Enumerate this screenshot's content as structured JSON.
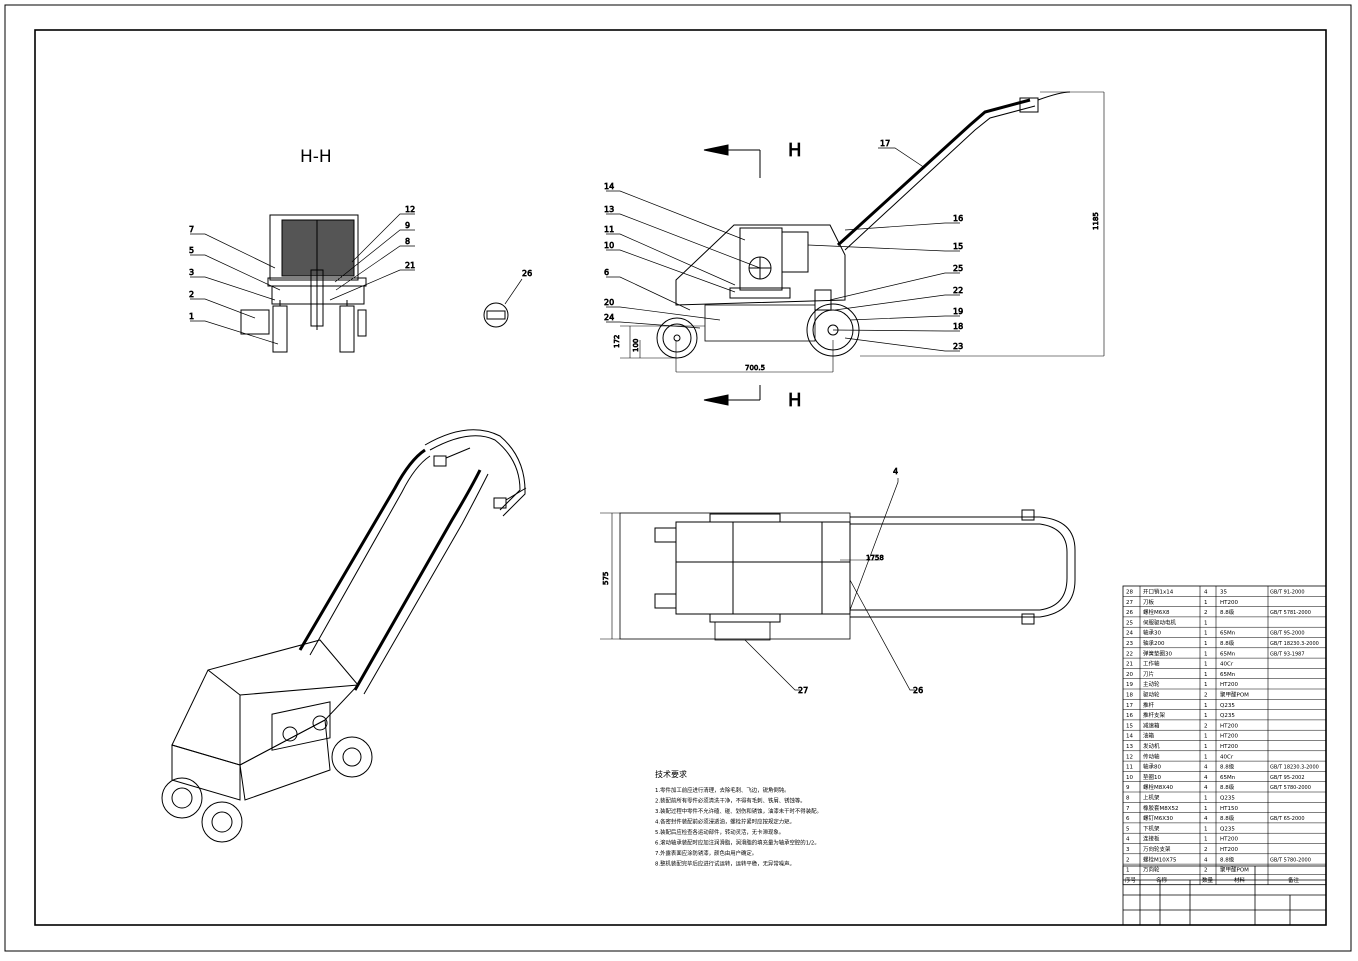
{
  "section_label": "H-H",
  "view_arrow_label": "H",
  "balloons": {
    "hh": [
      "7",
      "5",
      "3",
      "2",
      "1",
      "12",
      "9",
      "8",
      "21"
    ],
    "detail": "26",
    "side": [
      "14",
      "13",
      "11",
      "10",
      "6",
      "20",
      "24",
      "17",
      "16",
      "15",
      "25",
      "22",
      "19",
      "18",
      "23"
    ],
    "plan": [
      "4",
      "27",
      "26"
    ]
  },
  "dimensions": {
    "height": "1185",
    "wheelbase": "700.5",
    "rear_drop": "172",
    "wheel_d": "100",
    "width": "575",
    "plan_len": "1758"
  },
  "tech_req": {
    "title": "技术要求",
    "lines": [
      "1.零件加工前应进行清理，去除毛刺、飞边，锐角倒钝。",
      "2.装配前所有零件必须清洗干净，不得有毛刺、铁屑、锈蚀等。",
      "3.装配过程中零件不允许磕、碰、划伤和锈蚀，油漆未干时不得装配。",
      "4.各密封件装配前必须浸透油，螺栓拧紧时应按规定力矩。",
      "5.装配后应检查各运动部件，转动灵活，无卡滞现象。",
      "6.滚动轴承装配时应加注润滑脂，润滑脂的填充量为轴承空腔的1/2。",
      "7.外露表面应涂防锈漆，颜色由用户确定。",
      "8.整机装配完毕后应进行试运转，运转平稳，无异常噪声。"
    ]
  },
  "bom": {
    "rows": [
      {
        "no": "28",
        "name": "开口销1x14",
        "qty": "4",
        "mat": "35",
        "std": "GB/T 91-2000"
      },
      {
        "no": "27",
        "name": "刀板",
        "qty": "1",
        "mat": "HT200",
        "std": ""
      },
      {
        "no": "26",
        "name": "螺栓M6X8",
        "qty": "2",
        "mat": "8.8级",
        "std": "GB/T 5781-2000"
      },
      {
        "no": "25",
        "name": "伺服驱动电机",
        "qty": "1",
        "mat": "",
        "std": ""
      },
      {
        "no": "24",
        "name": "轴承30",
        "qty": "1",
        "mat": "65Mn",
        "std": "GB/T 95-2000"
      },
      {
        "no": "23",
        "name": "轴承200",
        "qty": "1",
        "mat": "8.8级",
        "std": "GB/T 18230.3-2000"
      },
      {
        "no": "22",
        "name": "弹簧垫圈30",
        "qty": "1",
        "mat": "65Mn",
        "std": "GB/T 93-1987"
      },
      {
        "no": "21",
        "name": "工作轴",
        "qty": "1",
        "mat": "40Cr",
        "std": ""
      },
      {
        "no": "20",
        "name": "刀片",
        "qty": "1",
        "mat": "65Mn",
        "std": ""
      },
      {
        "no": "19",
        "name": "主动轮",
        "qty": "1",
        "mat": "HT200",
        "std": ""
      },
      {
        "no": "18",
        "name": "驱动轮",
        "qty": "2",
        "mat": "聚甲醛POM",
        "std": ""
      },
      {
        "no": "17",
        "name": "推杆",
        "qty": "1",
        "mat": "Q235",
        "std": ""
      },
      {
        "no": "16",
        "name": "推杆支架",
        "qty": "1",
        "mat": "Q235",
        "std": ""
      },
      {
        "no": "15",
        "name": "减速箱",
        "qty": "2",
        "mat": "HT200",
        "std": ""
      },
      {
        "no": "14",
        "name": "油箱",
        "qty": "1",
        "mat": "HT200",
        "std": ""
      },
      {
        "no": "13",
        "name": "发动机",
        "qty": "1",
        "mat": "HT200",
        "std": ""
      },
      {
        "no": "12",
        "name": "传动轴",
        "qty": "1",
        "mat": "40Cr",
        "std": ""
      },
      {
        "no": "11",
        "name": "轴承80",
        "qty": "4",
        "mat": "8.8级",
        "std": "GB/T 18230.3-2000"
      },
      {
        "no": "10",
        "name": "垫圈10",
        "qty": "4",
        "mat": "65Mn",
        "std": "GB/T 95-2002"
      },
      {
        "no": "9",
        "name": "螺栓M8X40",
        "qty": "4",
        "mat": "8.8级",
        "std": "GB/T 5780-2000"
      },
      {
        "no": "8",
        "name": "上机架",
        "qty": "1",
        "mat": "Q235",
        "std": ""
      },
      {
        "no": "7",
        "name": "橡胶套M8X52",
        "qty": "1",
        "mat": "HT150",
        "std": ""
      },
      {
        "no": "6",
        "name": "螺钉M6X30",
        "qty": "4",
        "mat": "8.8级",
        "std": "GB/T 65-2000"
      },
      {
        "no": "5",
        "name": "下机架",
        "qty": "1",
        "mat": "Q235",
        "std": ""
      },
      {
        "no": "4",
        "name": "连接板",
        "qty": "1",
        "mat": "HT200",
        "std": ""
      },
      {
        "no": "3",
        "name": "万向轮支架",
        "qty": "2",
        "mat": "HT200",
        "std": ""
      },
      {
        "no": "2",
        "name": "螺栓M10X75",
        "qty": "4",
        "mat": "8.8级",
        "std": "GB/T 5780-2000"
      },
      {
        "no": "1",
        "name": "万向轮",
        "qty": "2",
        "mat": "聚甲醛POM",
        "std": ""
      }
    ],
    "header": {
      "no": "序号",
      "name": "名称",
      "qty": "数量",
      "mat": "材料",
      "std": "备注"
    }
  }
}
